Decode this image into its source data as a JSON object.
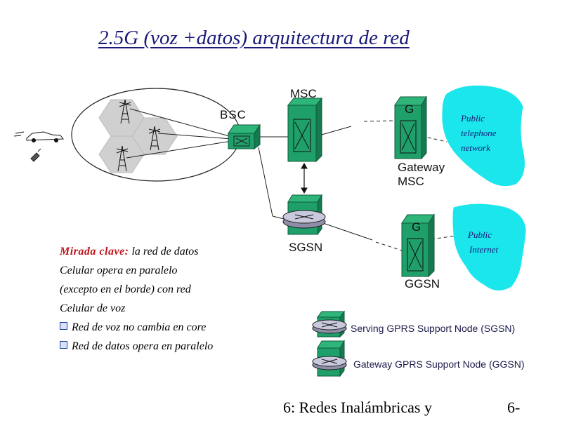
{
  "slide": {
    "title": "2.5G (voz +datos) arquitectura de red"
  },
  "diagram": {
    "bsc_label": "BSC",
    "msc_label": "MSC",
    "gateway_msc_label_line1": "Gateway",
    "gateway_msc_label_line2": "MSC",
    "gateway_badge": "G",
    "sgsn_label": "SGSN",
    "ggsn_label": "GGSN",
    "pstn_cloud": [
      "Public",
      "telephone",
      "network"
    ],
    "internet_cloud": [
      "Public",
      "Internet"
    ]
  },
  "key_insight": {
    "keyword": "Mirada clave:",
    "line1_rest": " la red de datos",
    "line2": "Celular opera en paralelo",
    "line3": "(excepto en el borde) con red",
    "line4": "Celular de voz",
    "bullets": [
      "Red de voz no cambia en core",
      "Red de datos opera en paralelo"
    ]
  },
  "legend": {
    "sgsn": "Serving GPRS Support Node (SGSN)",
    "ggsn": "Gateway GPRS Support Node (GGSN)"
  },
  "footer": {
    "text": "6: Redes Inalámbricas y",
    "page": "6-"
  },
  "colors": {
    "node_green": "#1fa06a",
    "node_dark": "#0e5a3a",
    "cloud_cyan": "#1be6ec",
    "title_blue": "#1a1a7a",
    "keyword_red": "#c0141c"
  }
}
